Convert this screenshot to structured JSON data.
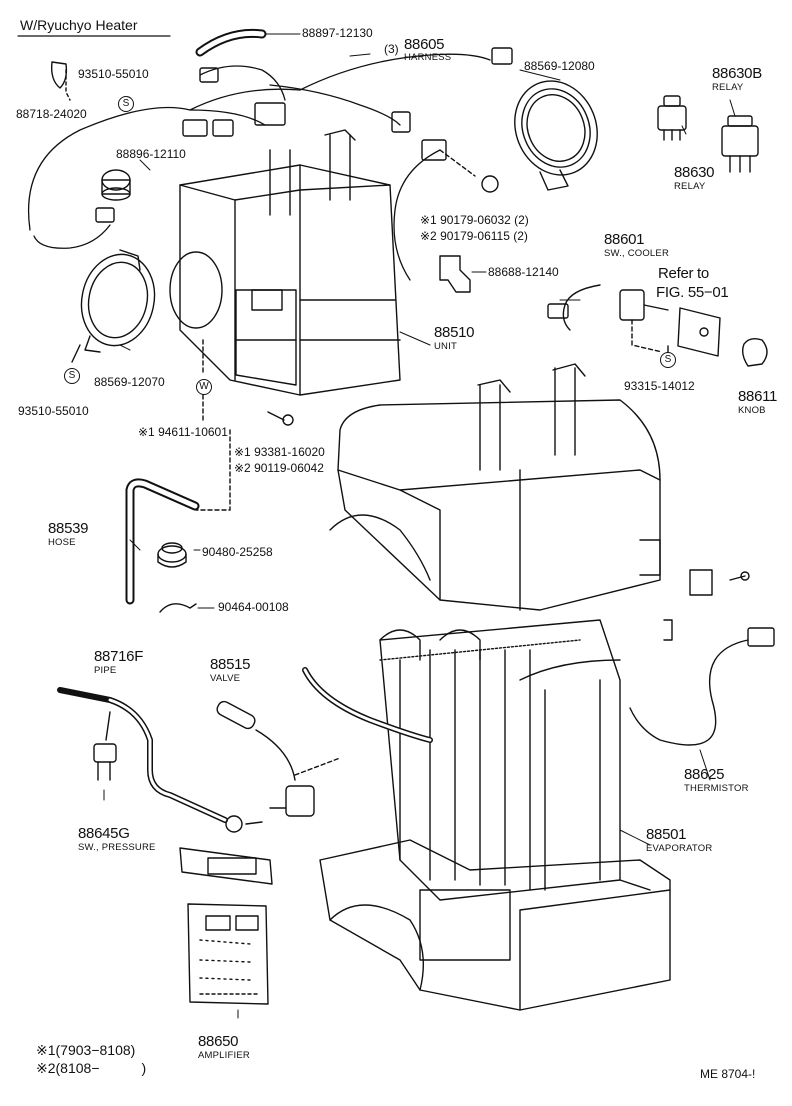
{
  "header": {
    "title": "W/Ryuchyo Heater"
  },
  "footer": {
    "legend_1": "※1(7903−8108)",
    "legend_2": "※2(8108−　　　)",
    "figure_code": "ME 8704-!"
  },
  "callouts": {
    "s_marker": "S",
    "w_marker": "W",
    "p88897": "88897-12130",
    "p88605_qty": "(3)",
    "p88605": "88605",
    "p88605_name": "HARNESS",
    "p93510_top": "93510-55010",
    "p88718": "88718-24020",
    "p88569_top": "88569-12080",
    "p88630b": "88630B",
    "p88630b_name": "RELAY",
    "p88630": "88630",
    "p88630_name": "RELAY",
    "p88896": "88896-12110",
    "p90179_a": "※1 90179-06032 (2)",
    "p90179_b": "※2 90179-06115 (2)",
    "p88601": "88601",
    "p88601_name": "SW., COOLER",
    "p88688": "88688-12140",
    "refer_1": "Refer to",
    "refer_2": "FIG. 55−01",
    "p88510": "88510",
    "p88510_name": "UNIT",
    "p88569_bot": "88569-12070",
    "p93510_bot": "93510-55010",
    "p93315": "93315-14012",
    "p88611": "88611",
    "p88611_name": "KNOB",
    "p94611": "※1 94611-10601",
    "p93381": "※1 93381-16020",
    "p90119": "※2 90119-06042",
    "p88539": "88539",
    "p88539_name": "HOSE",
    "p90480": "90480-25258",
    "p90464": "90464-00108",
    "p88716f": "88716F",
    "p88716f_name": "PIPE",
    "p88515": "88515",
    "p88515_name": "VALVE",
    "p88625": "88625",
    "p88625_name": "THERMISTOR",
    "p88645g": "88645G",
    "p88645g_name": "SW., PRESSURE",
    "p88501": "88501",
    "p88501_name": "EVAPORATOR",
    "p88650": "88650",
    "p88650_name": "AMPLIFIER"
  }
}
